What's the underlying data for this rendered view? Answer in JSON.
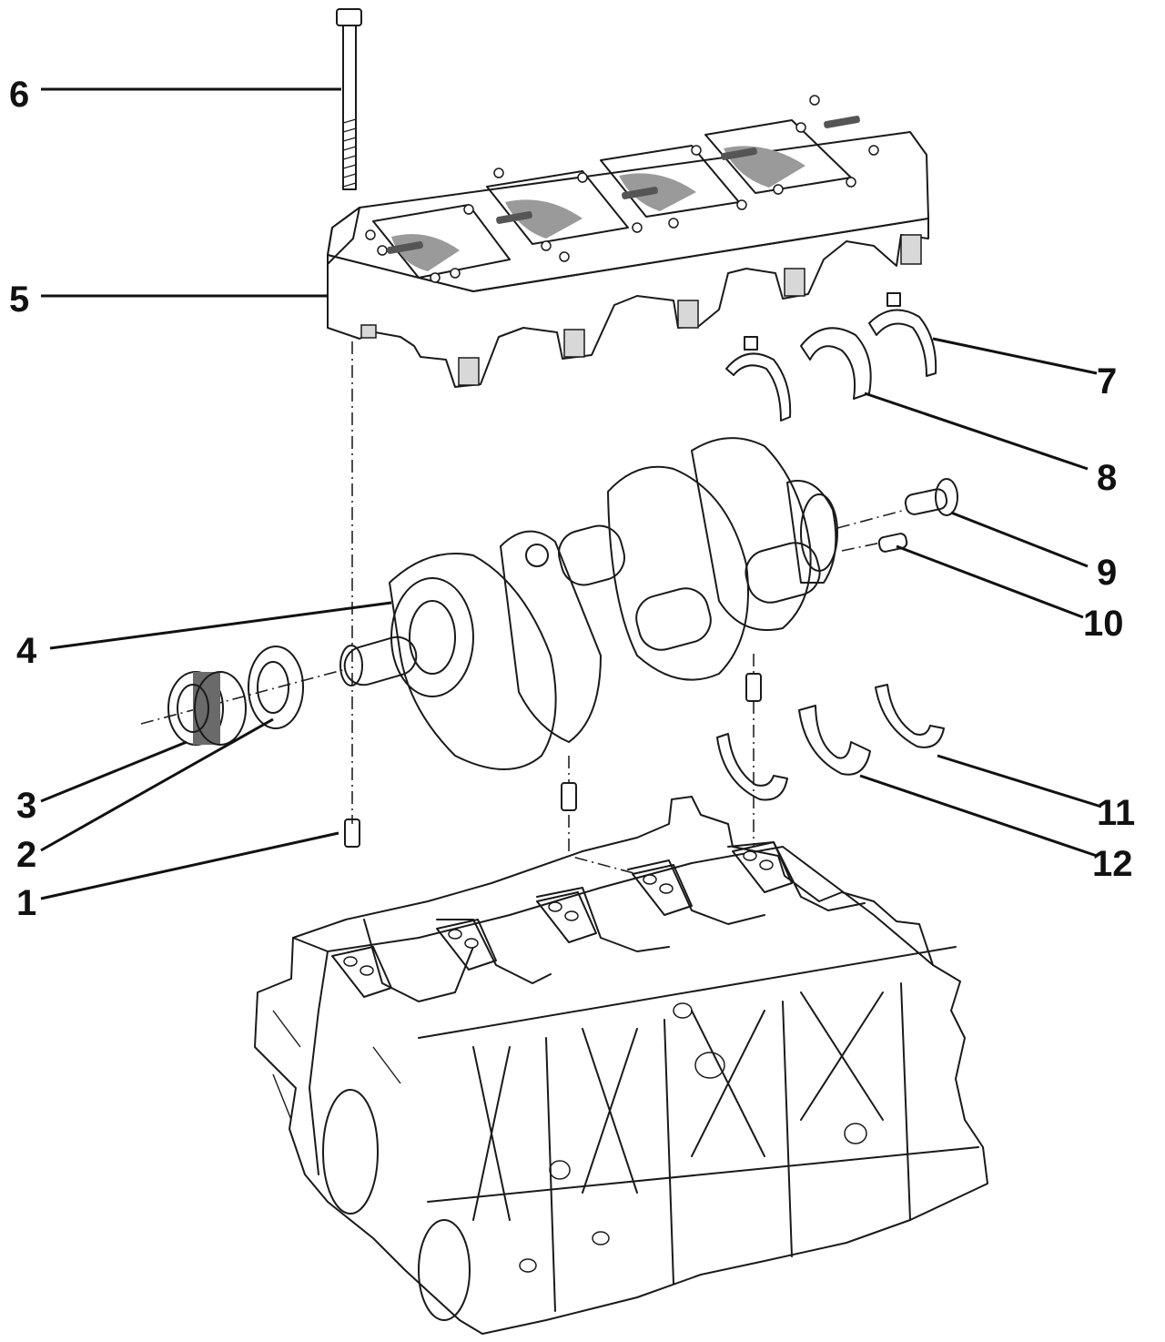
{
  "callouts": [
    {
      "number": "1"
    },
    {
      "number": "2"
    },
    {
      "number": "3"
    },
    {
      "number": "4"
    },
    {
      "number": "5"
    },
    {
      "number": "6"
    },
    {
      "number": "7"
    },
    {
      "number": "8"
    },
    {
      "number": "9"
    },
    {
      "number": "10"
    },
    {
      "number": "11"
    },
    {
      "number": "12"
    }
  ],
  "colors": {
    "block_fill": "#9ef58a",
    "metal_light": "#eeeeee",
    "metal_mid": "#bdbdbd",
    "metal_dark": "#6e6e6e",
    "ink": "#1a1a1a"
  }
}
